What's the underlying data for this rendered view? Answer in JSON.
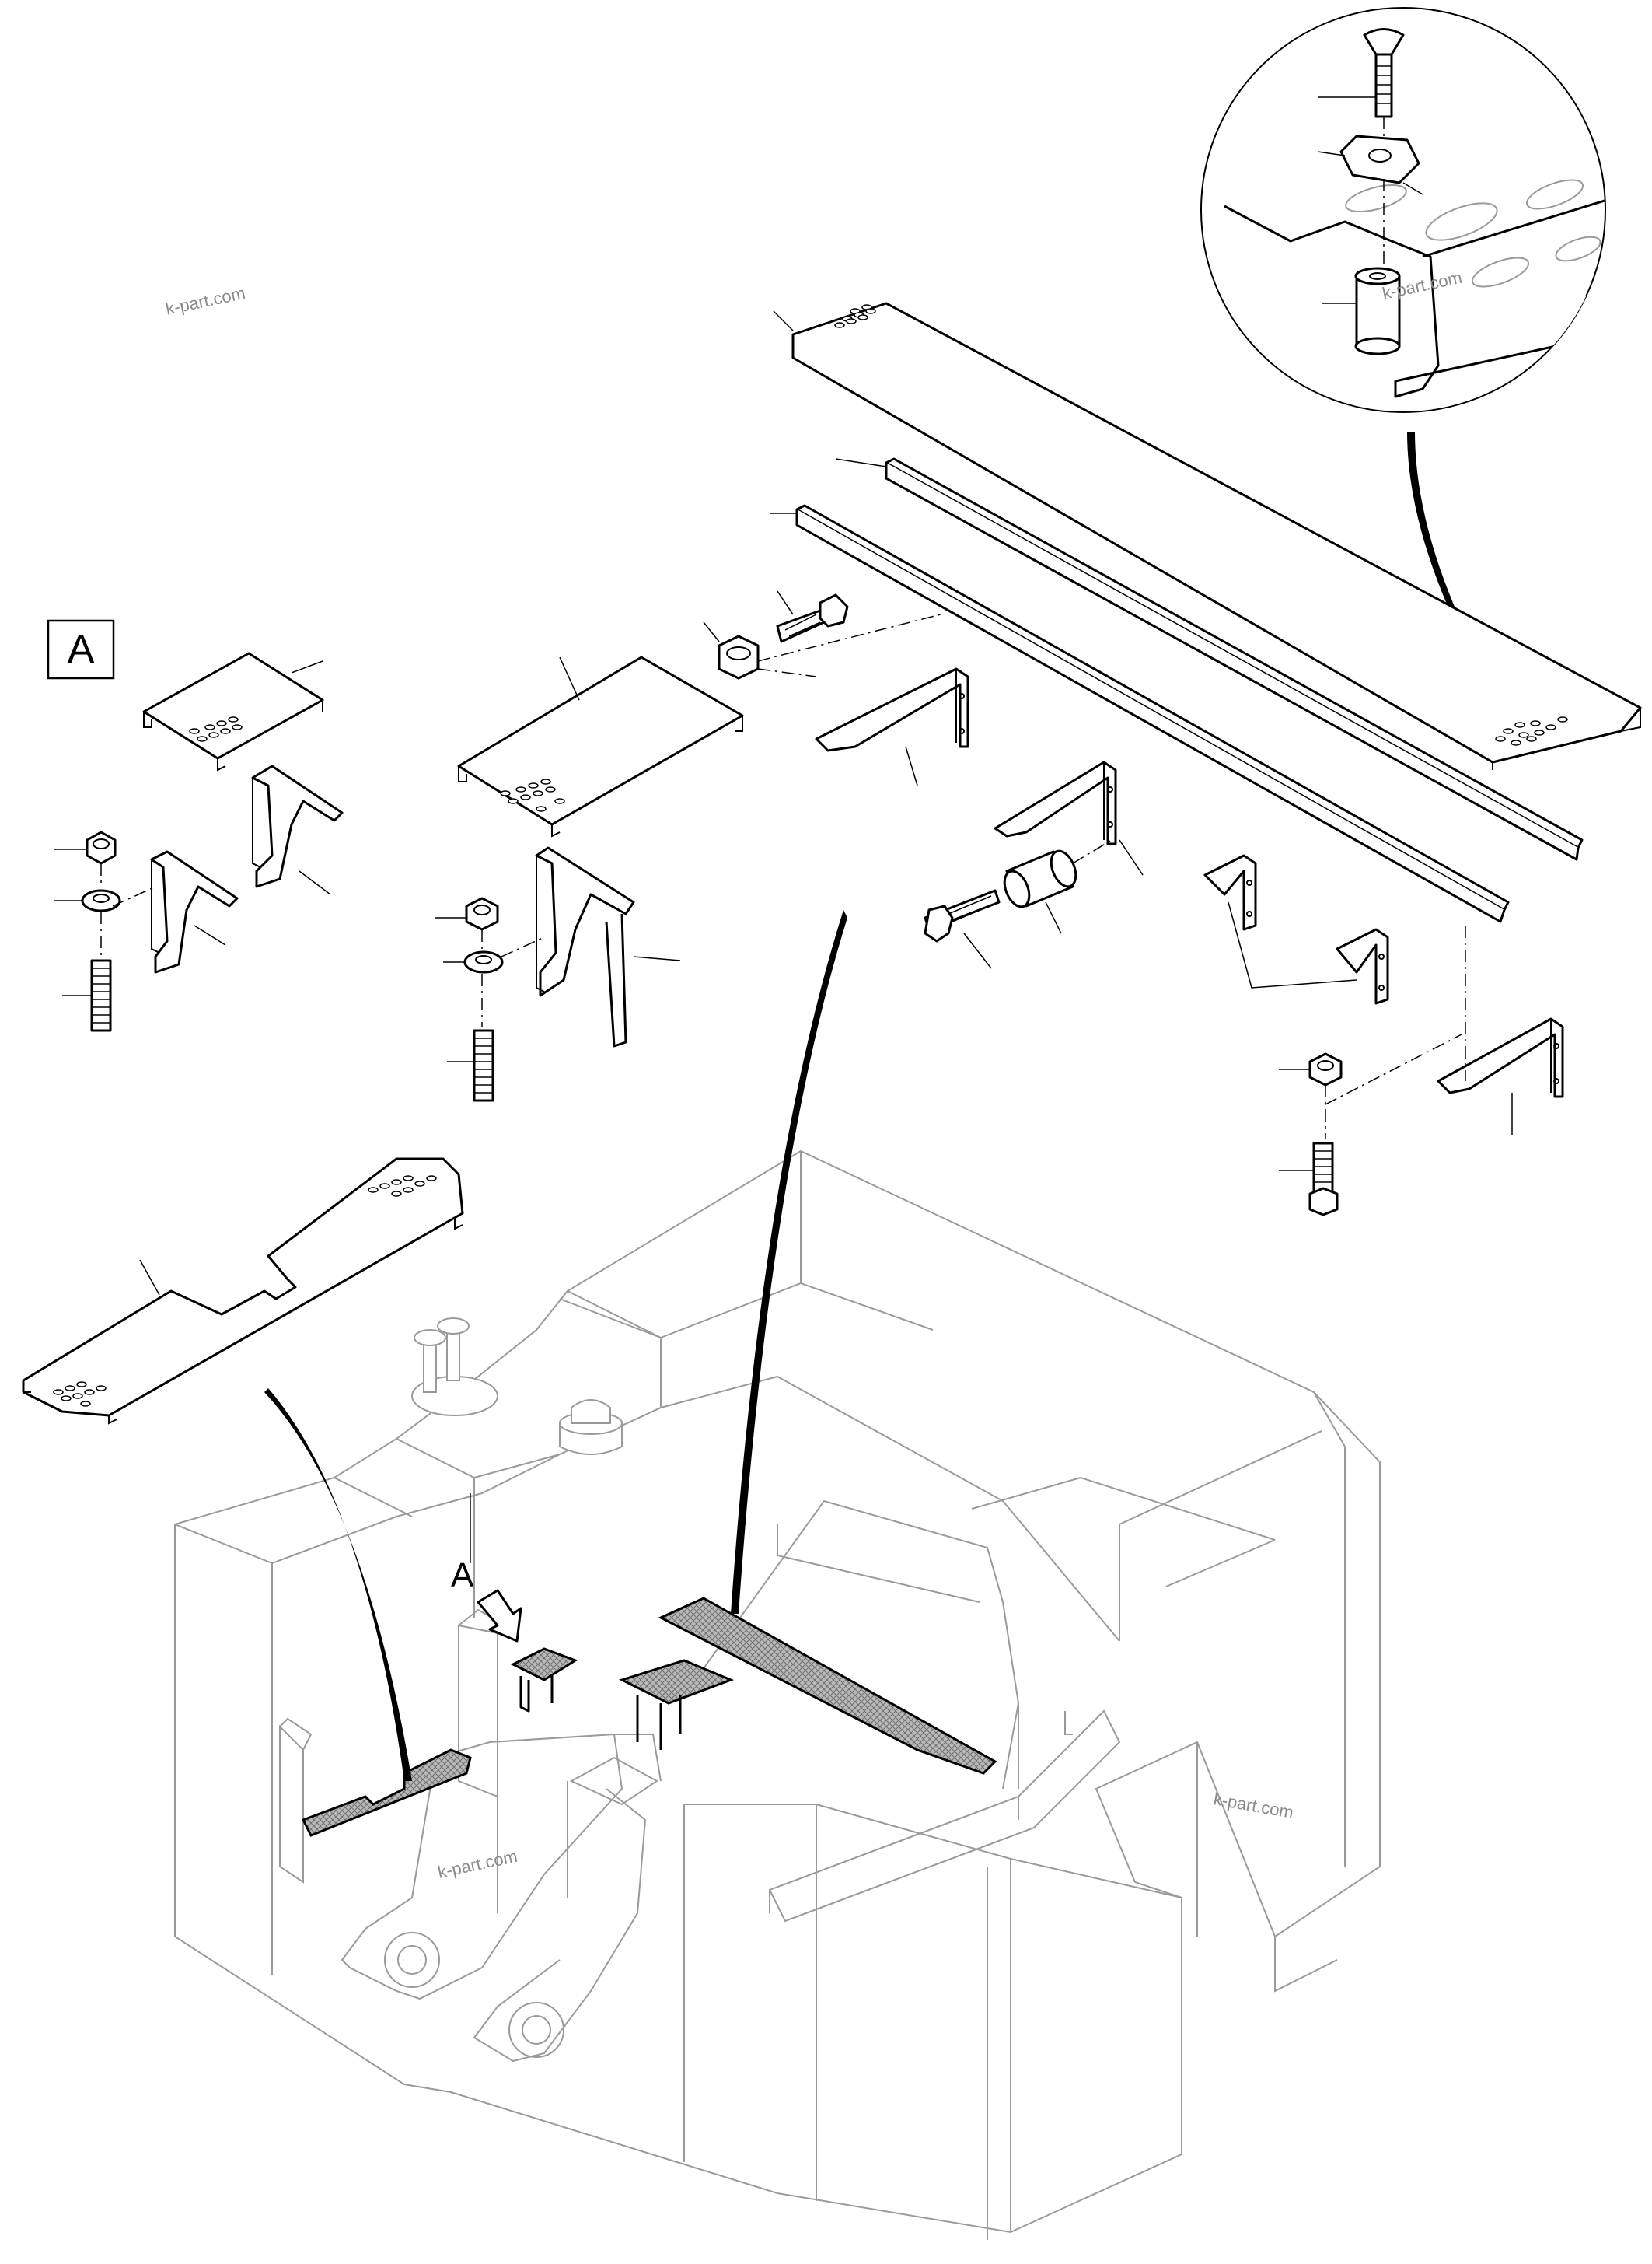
{
  "watermark": "k-part.com",
  "labels": {
    "detail_box": "A",
    "view_arrow": "A"
  },
  "colors": {
    "ink": "#000000",
    "machine_outline": "#9a9a9a",
    "watermark": "#8a8a8a",
    "highlight_hatch": "#7a7a7a"
  }
}
